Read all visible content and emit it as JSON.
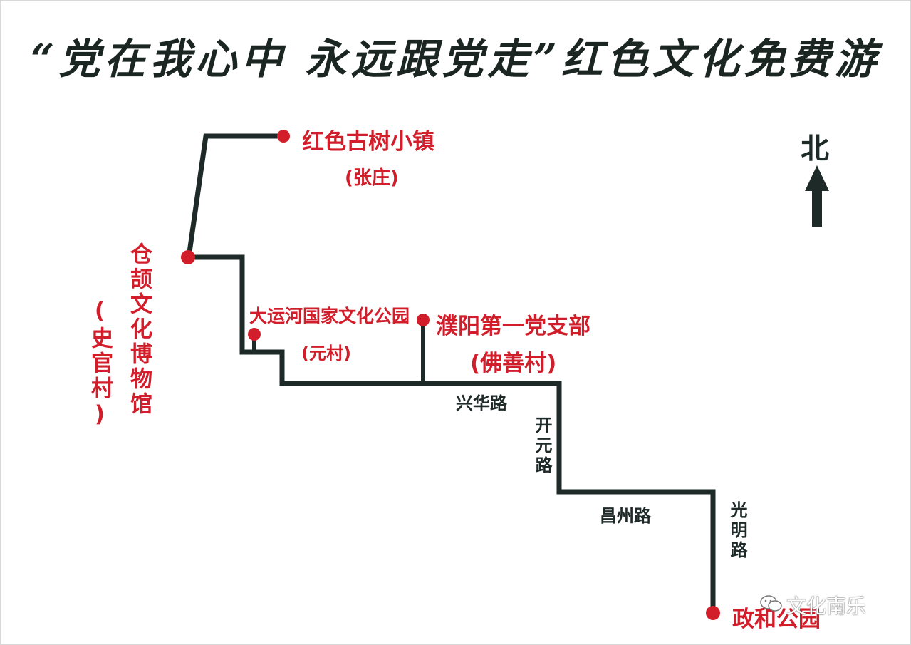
{
  "title": "“党在我心中 永远跟党走”红色文化免费游",
  "north_label": "北",
  "stops": {
    "zhangzhuang": {
      "name": "红色古树小镇",
      "sub": "(张庄)"
    },
    "cangjie": {
      "name": "仓颉文化博物馆",
      "sub": "(史官村)"
    },
    "yuancun": {
      "name": "大运河国家文化公园",
      "sub": "(元村)"
    },
    "foshan": {
      "name": "濮阳第一党支部",
      "sub": "(佛善村)"
    },
    "zhenghe": {
      "name": "政和公园"
    }
  },
  "roads": {
    "xinghua": "兴华路",
    "kaiyuan": "开元路",
    "changzhou": "昌州路",
    "guangming": "光明路"
  },
  "watermark": "文化南乐",
  "colors": {
    "route": "#1e2a28",
    "stop": "#d21e2b",
    "label": "#d21e2b",
    "road_label": "#1e2a28"
  },
  "icons": [
    "north-arrow-icon",
    "wechat-icon"
  ]
}
